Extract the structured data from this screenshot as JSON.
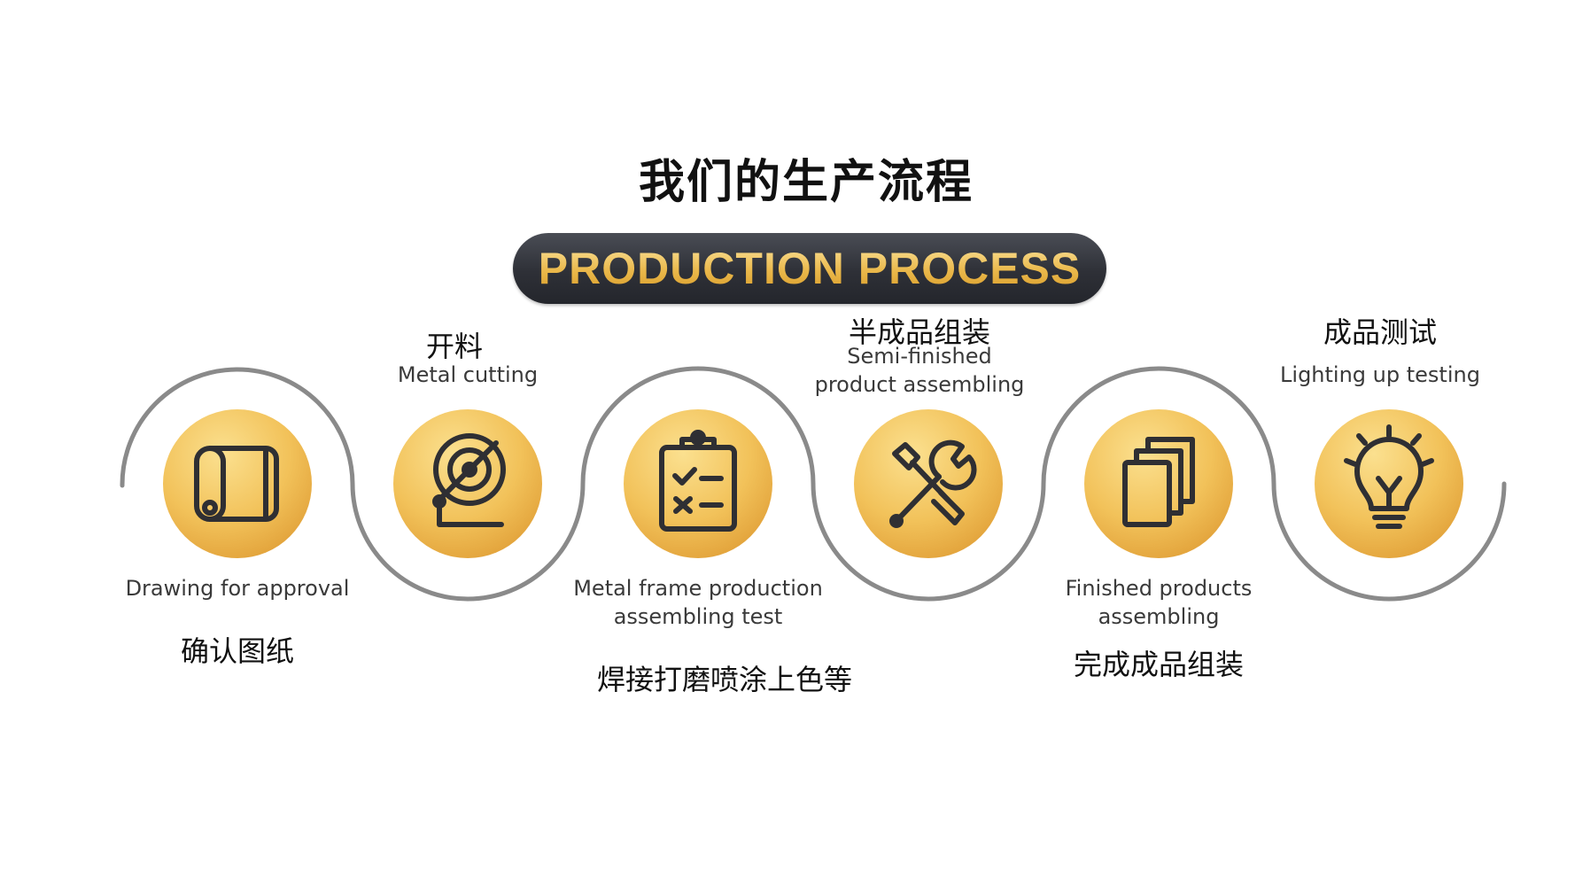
{
  "title_cn": "我们的生产流程",
  "title_en": "PRODUCTION PROCESS",
  "steps": [
    {
      "en": "Drawing for approval",
      "cn": "确认图纸",
      "icon": "scroll-blueprint-icon"
    },
    {
      "en": "Metal cutting",
      "cn": "开料",
      "icon": "cutting-saw-icon"
    },
    {
      "en_line1": "Metal frame production",
      "en_line2": "assembling test",
      "cn": "焊接打磨喷涂上色等",
      "icon": "clipboard-checklist-icon"
    },
    {
      "en_line1": "Semi-finished",
      "en_line2": "product assembling",
      "cn": "半成品组装",
      "icon": "tools-wrench-screwdriver-icon"
    },
    {
      "en_line1": "Finished products",
      "en_line2": "assembling",
      "cn": "完成成品组装",
      "icon": "stacked-pages-icon"
    },
    {
      "en": "Lighting up testing",
      "cn": "成品测试",
      "icon": "light-bulb-icon"
    }
  ],
  "colors": {
    "gold_light": "#f8d27a",
    "gold_dark": "#e3a63a",
    "icon": "#2f2f33",
    "curve": "#8a8a8a"
  }
}
